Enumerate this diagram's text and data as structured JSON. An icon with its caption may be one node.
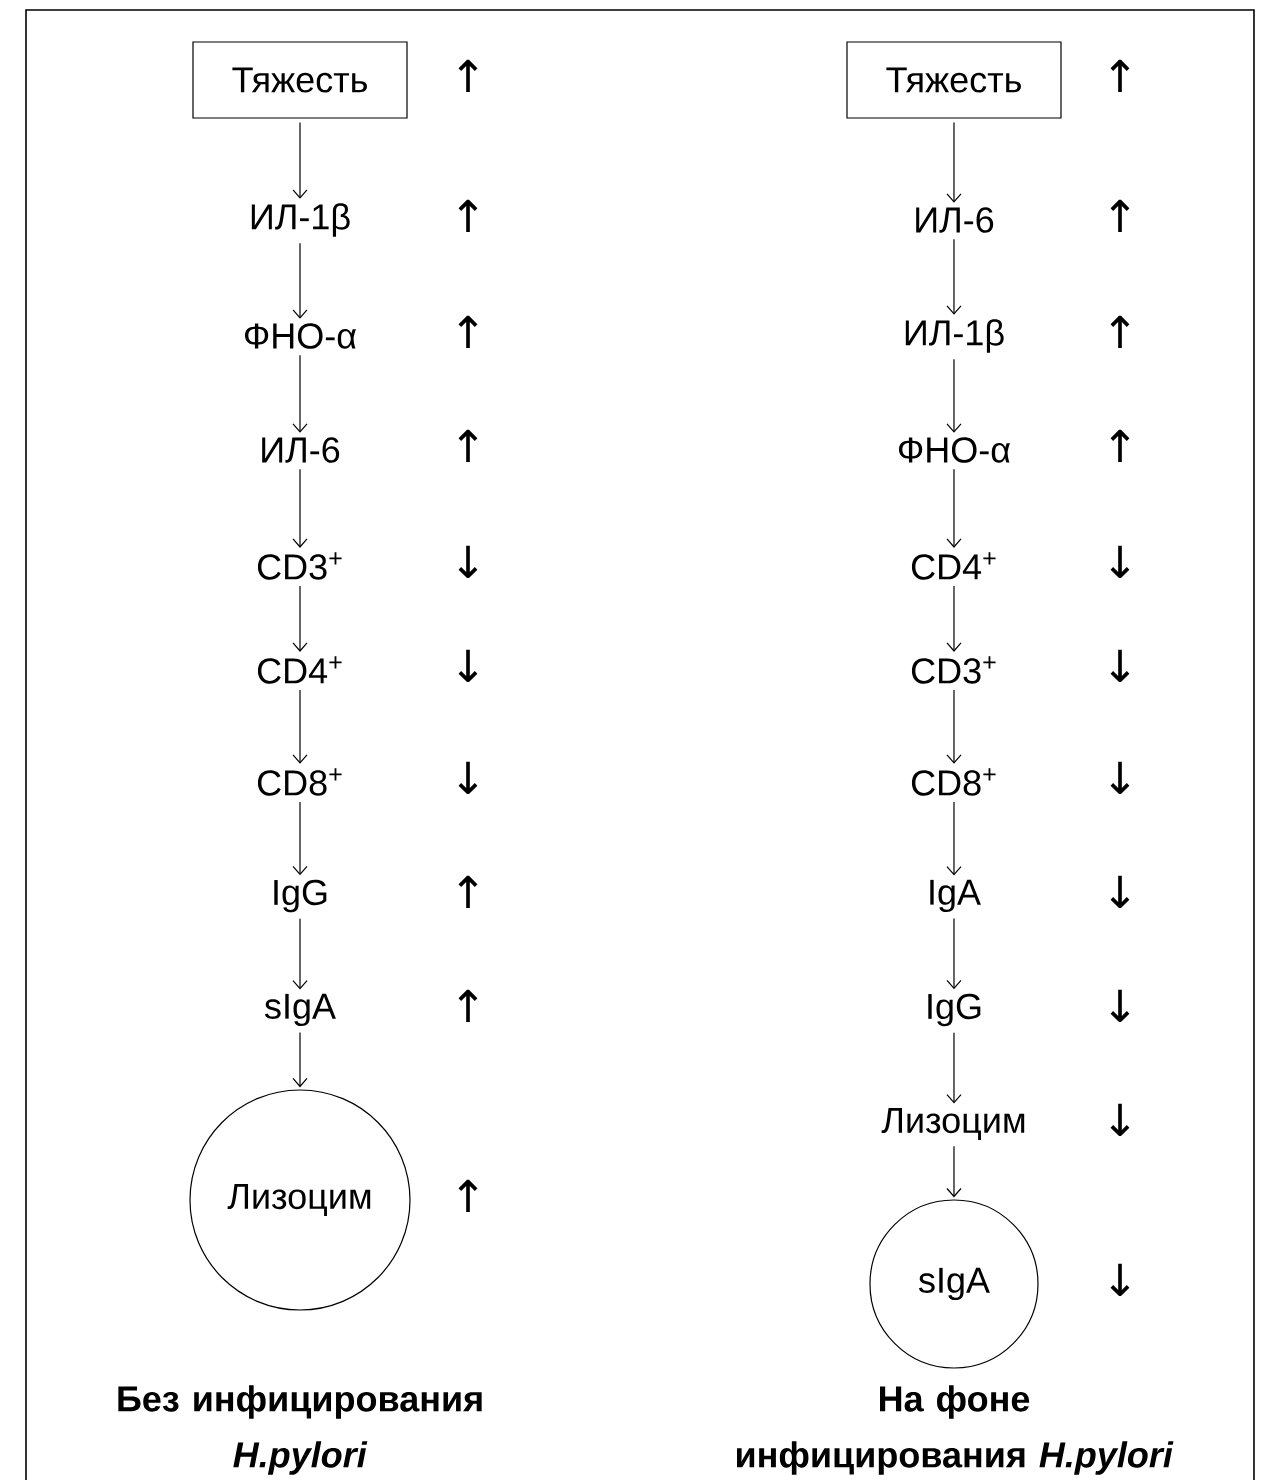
{
  "diagram": {
    "nodes": [
      {
        "text": [
          "Тяжесть"
        ],
        "beside": [
          "↑"
        ]
      },
      {
        "text": [
          "ИЛ-1β"
        ],
        "beside": [
          "↑"
        ]
      },
      {
        "text": [
          "ФНО-α"
        ],
        "beside": [
          "↑"
        ]
      },
      {
        "text": [
          "ИЛ-6"
        ],
        "beside": [
          "↑"
        ]
      },
      {
        "text": [
          "CD3$^{+}$"
        ],
        "beside": [
          "↓"
        ]
      },
      {
        "text": [
          "CD4$^{+}$"
        ],
        "beside": [
          "↓"
        ]
      },
      {
        "text": [
          "CD8$^{+}$"
        ],
        "beside": [
          "↓"
        ]
      },
      {
        "text": [
          "IgG"
        ],
        "beside": [
          "↑"
        ]
      },
      {
        "text": [
          "sIgA"
        ],
        "beside": [
          "↑"
        ]
      },
      {
        "text": [
          "Лизоцим"
        ],
        "beside": [
          "↑"
        ]
      },
      {
        "text": [
          "Тяжесть"
        ],
        "beside": [
          "↑"
        ]
      },
      {
        "text": [
          "ИЛ-6"
        ],
        "beside": [
          "↑"
        ]
      },
      {
        "text": [
          "ИЛ-1β"
        ],
        "beside": [
          "↑"
        ]
      },
      {
        "text": [
          "ФНО-α"
        ],
        "beside": [
          "↑"
        ]
      },
      {
        "text": [
          "CD4$^{+}$"
        ],
        "beside": [
          "↓"
        ]
      },
      {
        "text": [
          "CD3$^{+}$"
        ],
        "beside": [
          "↓"
        ]
      },
      {
        "text": [
          "CD8$^{+}$"
        ],
        "beside": [
          "↓"
        ]
      },
      {
        "text": [
          "IgA"
        ],
        "beside": [
          "↓"
        ]
      },
      {
        "text": [
          "IgG"
        ],
        "beside": [
          "↓"
        ]
      },
      {
        "text": [
          "Лизоцим"
        ],
        "beside": [
          "↓"
        ]
      },
      {
        "text": [
          "sIgA"
        ],
        "beside": [
          "↓"
        ]
      }
    ],
    "edges": [
      {
        "from": 0,
        "to": 1,
        "arrow": "to"
      },
      {
        "from": 1,
        "to": 2,
        "arrow": "to"
      },
      {
        "from": 2,
        "to": 3,
        "arrow": "to"
      },
      {
        "from": 3,
        "to": 4,
        "arrow": "to"
      },
      {
        "from": 4,
        "to": 5,
        "arrow": "to"
      },
      {
        "from": 5,
        "to": 6,
        "arrow": "to"
      },
      {
        "from": 6,
        "to": 7,
        "arrow": "to"
      },
      {
        "from": 7,
        "to": 8,
        "arrow": "to"
      },
      {
        "from": 8,
        "to": 9,
        "arrow": "to"
      },
      {
        "from": 10,
        "to": 11,
        "arrow": "to"
      },
      {
        "from": 11,
        "to": 12,
        "arrow": "to"
      },
      {
        "from": 12,
        "to": 13,
        "arrow": "to"
      },
      {
        "from": 13,
        "to": 14,
        "arrow": "to"
      },
      {
        "from": 14,
        "to": 15,
        "arrow": "to"
      },
      {
        "from": 15,
        "to": 16,
        "arrow": "to"
      },
      {
        "from": 16,
        "to": 17,
        "arrow": "to"
      },
      {
        "from": 17,
        "to": 18,
        "arrow": "to"
      },
      {
        "from": 18,
        "to": 19,
        "arrow": "to"
      },
      {
        "from": 19,
        "to": 20,
        "arrow": "to"
      }
    ],
    "labels": [
      "Без инфицирования *H.pylori*",
      "На фоне инфицирования *H.pylori*"
    ]
  }
}
